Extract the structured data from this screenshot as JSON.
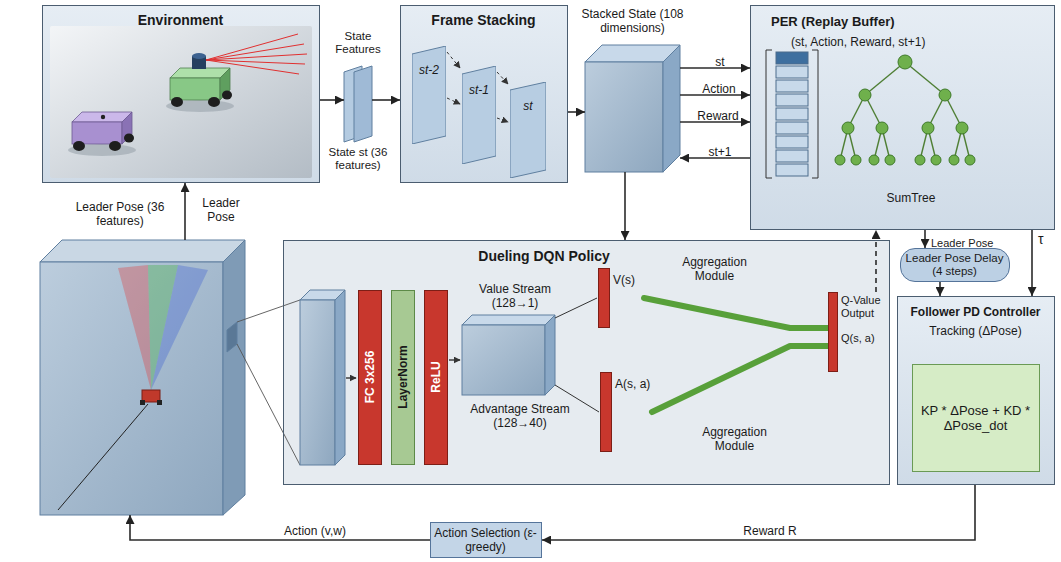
{
  "diagram": {
    "nodes": [
      {
        "text": [
          "Environment"
        ]
      },
      {
        "text": [
          "State Features",
          "State st (36 features)"
        ]
      },
      {
        "text": [
          "Frame Stacking"
        ]
      },
      {
        "text": [
          "st-2"
        ],
        "in": 2
      },
      {
        "text": [
          "st-1"
        ],
        "in": 2
      },
      {
        "text": [
          "st"
        ],
        "in": 2
      },
      {
        "text": [
          "Stacked State (108 dimensions)"
        ]
      },
      {
        "text": [
          "PER (Replay Buffer)",
          "(st, Action, Reward, st+1)",
          "SumTree"
        ]
      },
      {
        "text": [
          "Leader Pose Delay (4 steps)"
        ]
      },
      {
        "text": [
          "Follower PD Controller",
          "Tracking (ΔPose)"
        ]
      },
      {
        "text": [
          "KP * ΔPose + KD * ΔPose_dot"
        ],
        "in": 9
      },
      {
        "text": [
          "Leader Pose (36 features)"
        ]
      },
      {
        "text": [
          "Dueling DQN Policy"
        ]
      },
      {
        "text": [
          "FC 3x256"
        ],
        "in": 12
      },
      {
        "text": [
          "LayerNorm"
        ],
        "in": 12
      },
      {
        "text": [
          "ReLU"
        ],
        "in": 12
      },
      {
        "text": [
          "V(s)"
        ],
        "in": 12
      },
      {
        "text": [
          "A(s, a)"
        ],
        "in": 12
      },
      {
        "text": [
          "Q-Value Output",
          "Q(s, a)"
        ],
        "in": 12
      },
      {
        "text": [
          "Action Selection (ε-greedy)"
        ]
      }
    ],
    "edges": [
      {
        "from": 0,
        "to": 1,
        "arrow": "to"
      },
      {
        "from": 1,
        "to": 2,
        "arrow": "to"
      },
      {
        "from": 2,
        "to": 6,
        "arrow": "to"
      },
      {
        "from": 6,
        "to": 7,
        "label": "st",
        "arrow": "to"
      },
      {
        "from": 6,
        "to": 7,
        "label": "Action",
        "arrow": "to"
      },
      {
        "from": 6,
        "to": 7,
        "label": "Reward",
        "arrow": "to"
      },
      {
        "from": 7,
        "to": 6,
        "label": "st+1",
        "arrow": "to"
      },
      {
        "from": 6,
        "to": 12,
        "arrow": "to"
      },
      {
        "from": 7,
        "to": 8,
        "label": "Leader Pose",
        "arrow": "to"
      },
      {
        "from": 7,
        "to": 9,
        "label": "τ",
        "arrow": "to"
      },
      {
        "from": 8,
        "to": 9,
        "arrow": "to"
      },
      {
        "from": 18,
        "to": 7,
        "arrow": "to"
      },
      {
        "from": 16,
        "to": 18,
        "arrow": "none"
      },
      {
        "from": 17,
        "to": 18,
        "arrow": "none"
      },
      {
        "from": 9,
        "to": 19,
        "label": "Reward R",
        "arrow": "to"
      },
      {
        "from": 19,
        "to": 11,
        "label": "Action (v,w)",
        "arrow": "to"
      },
      {
        "from": 11,
        "to": 0,
        "label": "Leader Pose",
        "arrow": "to"
      }
    ],
    "labels": [
      "Value Stream (128→1)",
      "Advantage Stream (128→40)",
      "Aggregation Module",
      "Aggregation Module"
    ]
  }
}
